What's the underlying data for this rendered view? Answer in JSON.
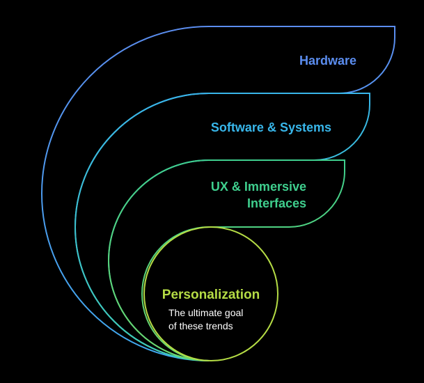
{
  "diagram": {
    "layers": [
      {
        "label": "Hardware",
        "color": "#5b8def"
      },
      {
        "label": "Software & Systems",
        "color": "#38b6ea"
      },
      {
        "label_lines": [
          "UX & Immersive",
          "Interfaces"
        ],
        "color": "#3fcf8e"
      }
    ],
    "core": {
      "label": "Personalization",
      "description_lines": [
        "The ultimate goal",
        "of these trends"
      ],
      "color": "#b5dc45",
      "text_color": "#ffffff"
    }
  }
}
